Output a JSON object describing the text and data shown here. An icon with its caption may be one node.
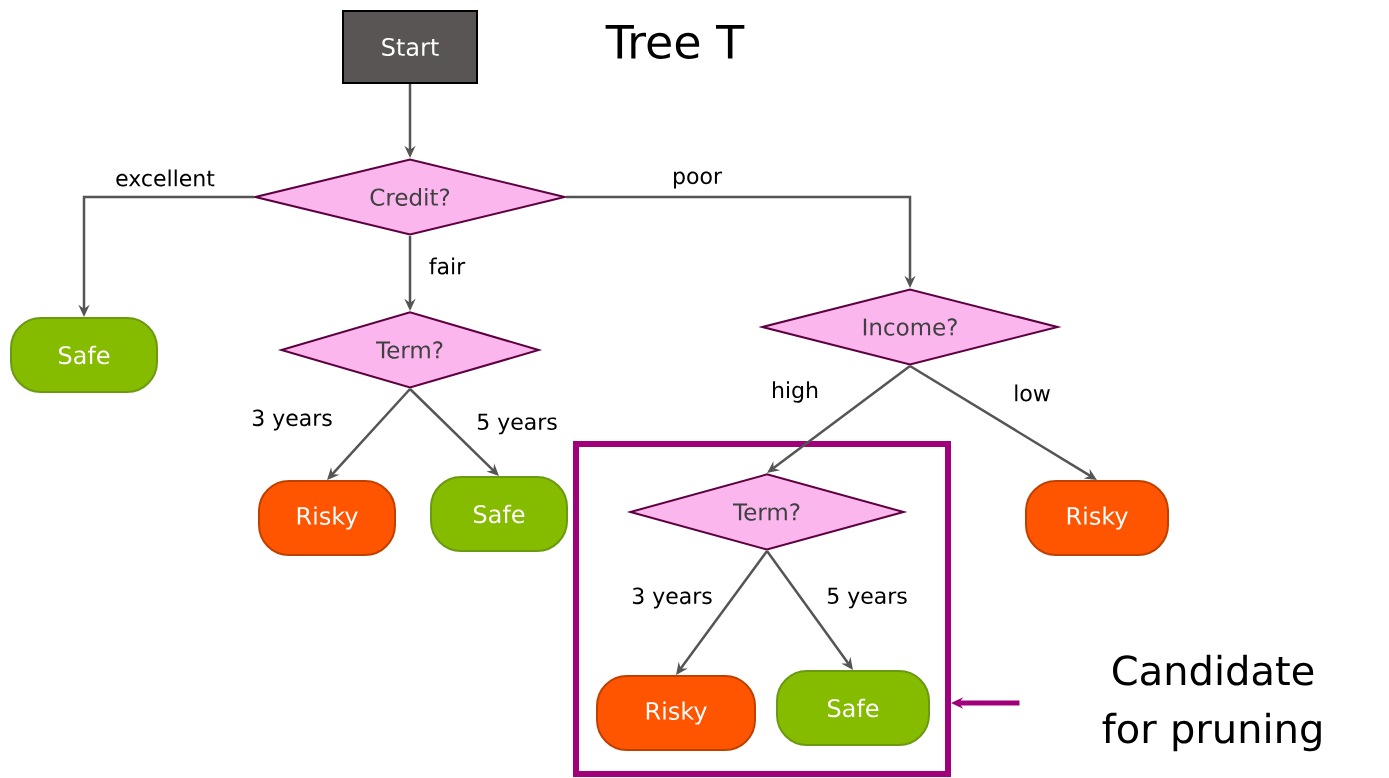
{
  "diagram": {
    "title": "Tree T",
    "nodes": [
      {
        "text": [
          "Start"
        ]
      },
      {
        "text": [
          "Credit?"
        ]
      },
      {
        "text": [
          "Safe"
        ]
      },
      {
        "text": [
          "Term?"
        ]
      },
      {
        "text": [
          "Income?"
        ]
      },
      {
        "text": [
          "Risky"
        ]
      },
      {
        "text": [
          "Safe"
        ]
      },
      {
        "text": [],
        "shape": "box"
      },
      {
        "text": [
          "Term?"
        ],
        "in": 7
      },
      {
        "text": [
          "Risky"
        ],
        "in": 7
      },
      {
        "text": [
          "Safe"
        ],
        "in": 7
      },
      {
        "text": [
          "Risky"
        ]
      },
      {
        "text": [
          "Candidate for pruning"
        ]
      }
    ],
    "edges": [
      {
        "from": 0,
        "to": 1,
        "arrow": "to"
      },
      {
        "from": 1,
        "to": 2,
        "arrow": "to",
        "label": "excellent"
      },
      {
        "from": 1,
        "to": 3,
        "arrow": "to",
        "label": "fair"
      },
      {
        "from": 1,
        "to": 4,
        "arrow": "to",
        "label": "poor"
      },
      {
        "from": 3,
        "to": 5,
        "arrow": "to",
        "label": "3 years"
      },
      {
        "from": 3,
        "to": 6,
        "arrow": "to",
        "label": "5 years"
      },
      {
        "from": 4,
        "to": 8,
        "arrow": "to",
        "label": "high"
      },
      {
        "from": 4,
        "to": 11,
        "arrow": "to",
        "label": "low"
      },
      {
        "from": 8,
        "to": 9,
        "arrow": "to",
        "label": "3 years"
      },
      {
        "from": 8,
        "to": 10,
        "arrow": "to",
        "label": "5 years"
      },
      {
        "from": 12,
        "to": 7,
        "arrow": "to",
        "style": "thick",
        "color": "#a0007a"
      }
    ]
  }
}
